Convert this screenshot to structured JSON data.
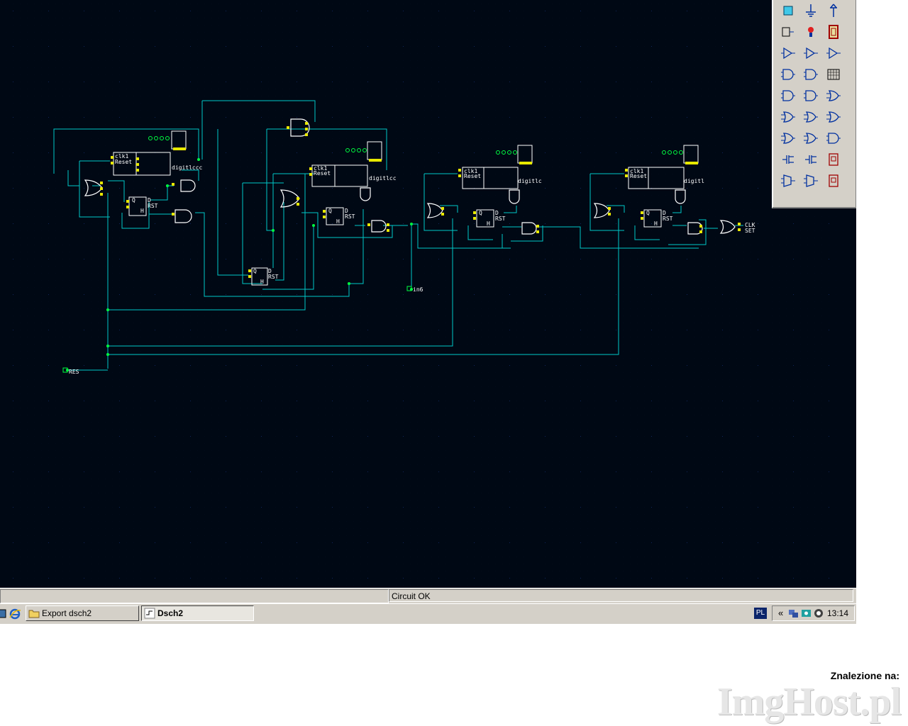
{
  "canvas": {
    "labels": {
      "res": "RES",
      "in6": "in6",
      "clk": "CLK",
      "set": "SET",
      "rst": "RST",
      "counter_clk": "clk1",
      "counter_reset": "Reset",
      "flipflop_q": "Q",
      "flipflop_d": "D",
      "flipflop_h": "H",
      "digit_label_1": "digitlccc",
      "digit_label_2": "digitlcc",
      "digit_label_3": "digitlc",
      "digit_label_4": "digitl"
    },
    "colors": {
      "background": "#000814",
      "wire": "#00c8c8",
      "gate": "#ffffff",
      "pin": "#e8e800",
      "node": "#00ff40"
    }
  },
  "palette": {
    "tools": [
      "select-tool-icon",
      "ground-icon",
      "vdd-icon",
      "register-icon",
      "led-icon",
      "display-icon",
      "buffer-icon",
      "inverter-icon",
      "tristate-icon",
      "and-gate-icon",
      "nand-gate-icon",
      "keyboard-icon",
      "and3-gate-icon",
      "nand3-gate-icon",
      "or-gate-icon",
      "or3-gate-icon",
      "nor3-gate-icon",
      "xor-gate-icon",
      "xor2-gate-icon",
      "xnor-gate-icon",
      "complex-gate-icon",
      "nmos-icon",
      "pmos-icon",
      "latch-icon",
      "mux-icon",
      "mux2-icon",
      "dff-icon"
    ]
  },
  "status": {
    "message": "Circuit OK"
  },
  "taskbar": {
    "tasks": [
      {
        "label": "Export dsch2",
        "active": false
      },
      {
        "label": "Dsch2",
        "active": true
      }
    ],
    "language": "PL",
    "clock": "13:14",
    "tray_chevron": "«"
  },
  "watermark": {
    "label": "Znalezione na:",
    "logo": "ImgHost.pl"
  }
}
